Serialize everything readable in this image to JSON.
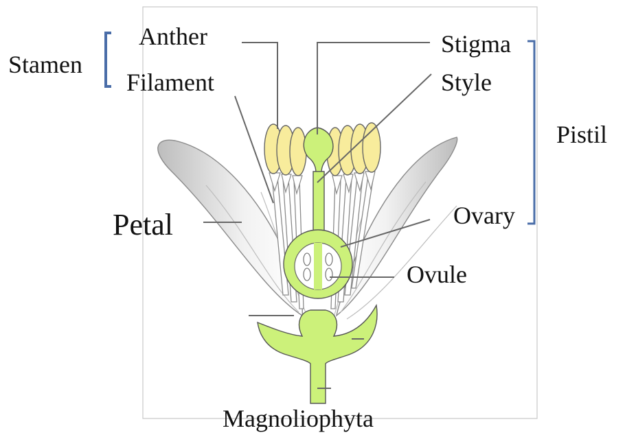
{
  "labels": {
    "anther": "Anther",
    "filament": "Filament",
    "stamen": "Stamen",
    "stigma": "Stigma",
    "style": "Style",
    "pistil": "Pistil",
    "petal": "Petal",
    "ovary": "Ovary",
    "ovule": "Ovule",
    "caption": "Magnoliophyta"
  },
  "colors": {
    "pistil_green": "#ccf17a",
    "anther_yellow": "#f8ec9c",
    "bracket_blue": "#4a6da8",
    "leader_gray": "#666666",
    "petal_gray": "#cfcfcf"
  }
}
